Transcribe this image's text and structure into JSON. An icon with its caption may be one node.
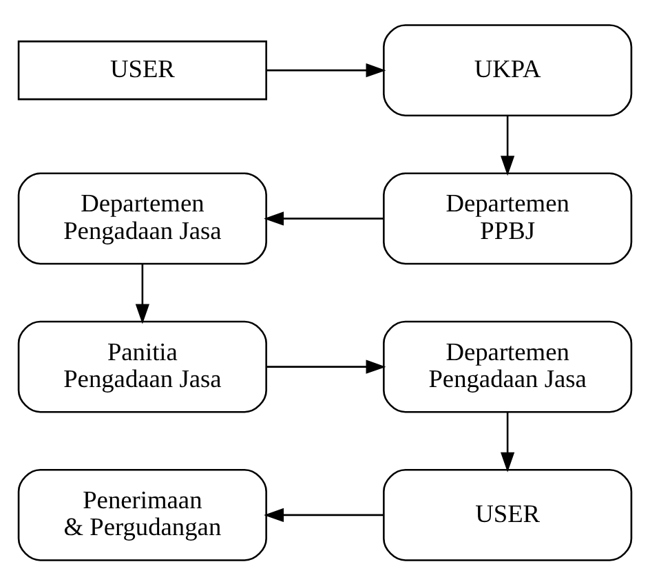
{
  "diagram": {
    "nodes": [
      {
        "text": [
          "USER"
        ]
      },
      {
        "text": [
          "UKPA"
        ]
      },
      {
        "text": [
          "Departemen Pengadaan Jasa"
        ]
      },
      {
        "text": [
          "Departemen PPBJ"
        ]
      },
      {
        "text": [
          "Panitia Pengadaan Jasa"
        ]
      },
      {
        "text": [
          "Departemen Pengadaan Jasa"
        ]
      },
      {
        "text": [
          "Penerimaan & Pergudangan"
        ]
      },
      {
        "text": [
          "USER"
        ]
      }
    ],
    "edges": [
      {
        "from": 0,
        "to": 1,
        "arrow": "to"
      },
      {
        "from": 1,
        "to": 3,
        "arrow": "to"
      },
      {
        "from": 3,
        "to": 2,
        "arrow": "to"
      },
      {
        "from": 2,
        "to": 4,
        "arrow": "to"
      },
      {
        "from": 4,
        "to": 5,
        "arrow": "to"
      },
      {
        "from": 5,
        "to": 7,
        "arrow": "to"
      },
      {
        "from": 7,
        "to": 6,
        "arrow": "to"
      }
    ]
  }
}
